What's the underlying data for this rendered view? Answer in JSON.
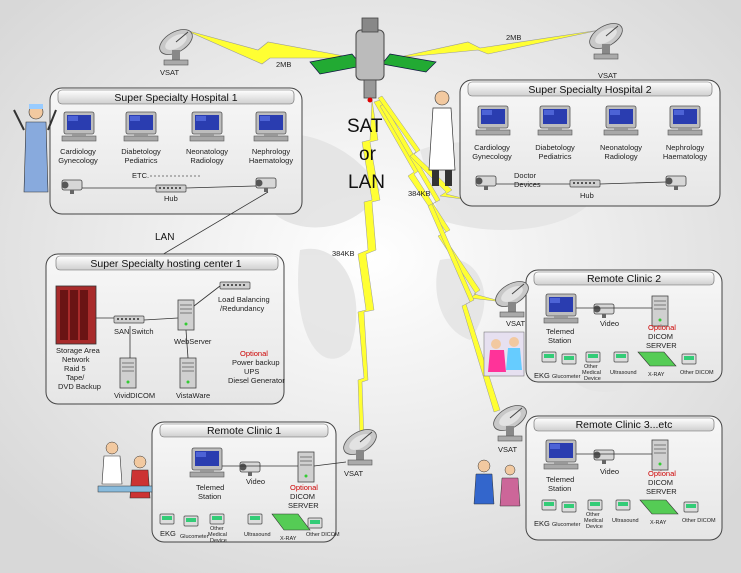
{
  "link_labels": {
    "left_2mb": "2MB",
    "right_2mb": "2MB",
    "sat_or_lan": [
      "SAT",
      "or",
      "LAN"
    ],
    "kb_right": "384KB",
    "kb_center": "384KB",
    "lan": "LAN"
  },
  "vsat_labels": {
    "top_left": "VSAT",
    "top_right": "VSAT",
    "clinic1": "VSAT",
    "clinic2": "VSAT",
    "clinic3": "VSAT"
  },
  "hospital1": {
    "title": "Super Specialty Hospital 1",
    "departments": [
      [
        "Cardiology",
        "Gynecology"
      ],
      [
        "Diabetology",
        "Pediatrics"
      ],
      [
        "Neonatology",
        "Radiology"
      ],
      [
        "Nephrology",
        "Haematology"
      ]
    ],
    "etc": "ETC.",
    "hub": "Hub"
  },
  "hospital2": {
    "title": "Super Specialty Hospital 2",
    "departments": [
      [
        "Cardiology",
        "Gynecology"
      ],
      [
        "Diabetology",
        "Pediatrics"
      ],
      [
        "Neonatology",
        "Radiology"
      ],
      [
        "Nephrology",
        "Haematology"
      ]
    ],
    "doctor_devices": [
      "Doctor",
      "Devices"
    ],
    "hub": "Hub"
  },
  "hosting_center": {
    "title": "Super Specialty hosting center 1",
    "storage": [
      "Storage Area",
      "Network",
      "Raid 5",
      "Tape/",
      "DVD Backup"
    ],
    "san_switch": "SAN Switch",
    "webserver": "WebServer",
    "load_balancing": [
      "Load Balancing",
      "/Redundancy"
    ],
    "optional": "Optional",
    "power_backup": [
      "Power backup",
      "UPS",
      "Diesel Generator"
    ],
    "vividicom": "VividDICOM",
    "vistaware": "VistaWare"
  },
  "clinic1": {
    "title": "Remote Clinic 1",
    "station": [
      "Telemed",
      "Station"
    ],
    "video": "Video",
    "optional": "Optional",
    "dicom_server": [
      "DICOM",
      "SERVER"
    ],
    "devices": [
      "EKG",
      "Glucometer",
      "Other",
      "Medical",
      "Device",
      "Ultrasound",
      "X-RAY",
      "Other DICOM"
    ]
  },
  "clinic2": {
    "title": "Remote Clinic 2",
    "station": [
      "Telemed",
      "Station"
    ],
    "video": "Video",
    "optional": "Optional",
    "dicom_server": [
      "DICOM",
      "SERVER"
    ],
    "devices": [
      "EKG",
      "Glucometer",
      "Other",
      "Medical",
      "Device",
      "Ultrasound",
      "X-RAY",
      "Other DICOM"
    ]
  },
  "clinic3": {
    "title": "Remote Clinic 3...etc",
    "station": [
      "Telemed",
      "Station"
    ],
    "video": "Video",
    "optional": "Optional",
    "dicom_server": [
      "DICOM",
      "SERVER"
    ],
    "devices": [
      "EKG",
      "Glucometer",
      "Other",
      "Medical",
      "Device",
      "Ultrasound",
      "X-RAY",
      "Other DICOM"
    ]
  },
  "colors": {
    "panel_fill": "#eeeeee",
    "lightning": "#ffff33",
    "optional_text": "#cc0000",
    "monitor_screen": "#2a3db0"
  },
  "icons": [
    "satellite-icon",
    "vsat-dish-icon",
    "computer-icon",
    "camera-icon",
    "hub-icon",
    "doctor-icon",
    "server-icon",
    "storage-rack-icon",
    "ekg-icon",
    "xray-icon",
    "ultrasound-icon"
  ]
}
